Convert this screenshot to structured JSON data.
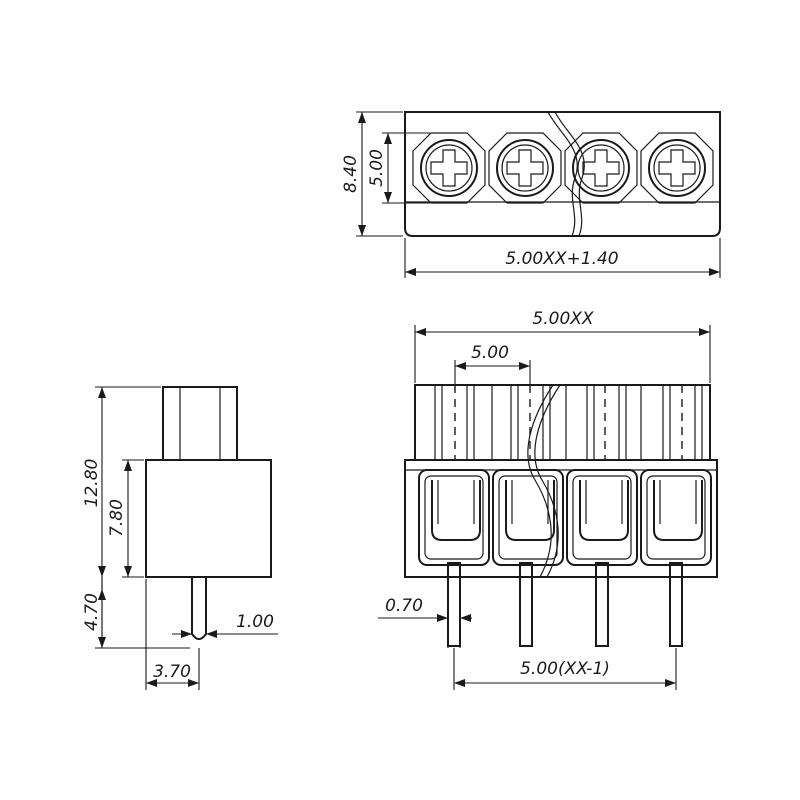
{
  "dimensions": {
    "top_height_total": "8.40",
    "top_pitch_height": "5.00",
    "top_width": "5.00XX+1.40",
    "front_width": "5.00XX",
    "front_pitch": "5.00",
    "front_pin_width": "0.70",
    "front_pin_span": "5.00(XX-1)",
    "side_total_height": "12.80",
    "side_body_height": "7.80",
    "side_pin_length": "4.70",
    "side_pin_diameter": "1.00",
    "side_pin_offset": "3.70"
  },
  "terminal_count": 4
}
